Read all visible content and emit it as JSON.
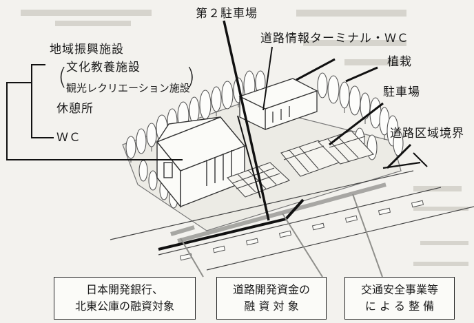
{
  "labels": {
    "parking2": "第２駐車場",
    "road_info": "道路情報ターミナル・ＷＣ",
    "regional_promo": "地域振興施設",
    "culture_edu": "文化教養施設",
    "tourism_rec": "観光レクリエーション施設",
    "rest_area": "休憩所",
    "wc": "ＷＣ",
    "planting": "植栽",
    "parking": "駐車場",
    "road_boundary": "道路区域境界"
  },
  "boxes": [
    {
      "line1": "日本開発銀行、",
      "line2": "北東公庫の融資対象"
    },
    {
      "line1": "道路開発資金の",
      "line2": "融 資 対 象"
    },
    {
      "line1": "交通安全事業等",
      "line2": "に よ る 整 備"
    }
  ]
}
